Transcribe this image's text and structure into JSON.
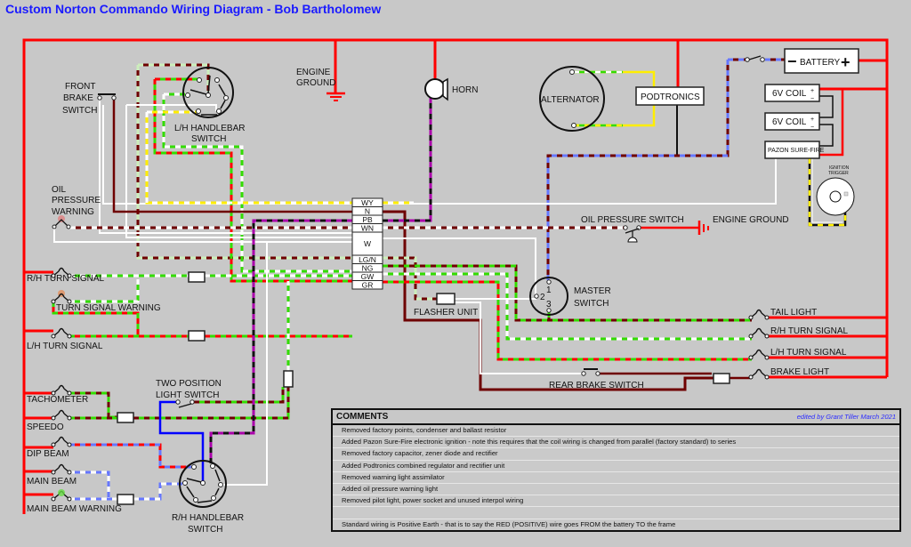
{
  "title": "Custom Norton Commando Wiring Diagram - Bob Bartholomew",
  "colors": {
    "positive": "#ff0000",
    "brown": "#6e0000",
    "green": "#33dd00",
    "white": "#ffffff",
    "yellow": "#ffee00",
    "blue": "#0000ff",
    "light_blue": "#6677ff",
    "purple": "#aa00aa",
    "black": "#111111",
    "light_green": "#cceebb",
    "background": "#c8c8c8",
    "title": "#1a1aff"
  },
  "labels": {
    "engine_ground_top": [
      "ENGINE",
      "GROUND"
    ],
    "horn": "HORN",
    "front_brake_switch": [
      "FRONT",
      "BRAKE",
      "SWITCH"
    ],
    "lh_handlebar_switch": [
      "L/H HANDLEBAR",
      "SWITCH"
    ],
    "alternator": "ALTERNATOR",
    "podtronics": "PODTRONICS",
    "battery": "BATTERY",
    "battery_minus": "−",
    "battery_plus": "+",
    "coil_1": "6V COIL",
    "coil_2": "6V COIL",
    "pazon": "PAZON SURE-FIRE",
    "ignition_trigger": [
      "IGNITION",
      "TRIGGER"
    ],
    "oil_pressure_warning": [
      "OIL",
      "PRESSURE",
      "WARNING"
    ],
    "oil_pressure_switch": "OIL PRESSURE SWITCH",
    "engine_ground_right": "ENGINE GROUND",
    "rh_turn_signal_left": "R/H TURN SIGNAL",
    "turn_signal_warning": "TURN SIGNAL WARNING",
    "lh_turn_signal_left": "L/H TURN SIGNAL",
    "master_switch": [
      "MASTER",
      "SWITCH"
    ],
    "master_terminals": [
      "1",
      "2",
      "3"
    ],
    "flasher_unit": "FLASHER UNIT",
    "tail_light": "TAIL LIGHT",
    "rh_turn_signal_right": "R/H TURN SIGNAL",
    "lh_turn_signal_right": "L/H TURN SIGNAL",
    "brake_light": "BRAKE LIGHT",
    "rear_brake_switch": "REAR BRAKE SWITCH",
    "two_position_light_switch": [
      "TWO POSITION",
      "LIGHT SWITCH"
    ],
    "tachometer": "TACHOMETER",
    "speedo": "SPEEDO",
    "dip_beam": "DIP BEAM",
    "main_beam": "MAIN BEAM",
    "main_beam_warning": "MAIN BEAM WARNING",
    "rh_handlebar_switch": [
      "R/H HANDLEBAR",
      "SWITCH"
    ]
  },
  "connector_block": [
    "WY",
    "N",
    "PB",
    "WN",
    "W",
    "LG/N",
    "NG",
    "GW",
    "GR"
  ],
  "comments": {
    "header": "COMMENTS",
    "editor": "edited by Grant Tiller March 2021",
    "rows": [
      "Removed factory points, condenser and ballast resistor",
      "Added Pazon Sure-Fire electronic ignition - note this requires that the coil wiring is changed from parallel (factory standard) to series",
      "Removed factory capacitor, zener diode and rectifier",
      "Added Podtronics combined regulator and rectifier unit",
      "Removed warning light assimilator",
      "Added oil pressure warning light",
      "Removed pilot light, power socket and unused interpol wiring",
      "",
      "Standard wiring is Positive Earth - that is to say the RED (POSITIVE) wire goes FROM the battery TO the frame"
    ]
  }
}
